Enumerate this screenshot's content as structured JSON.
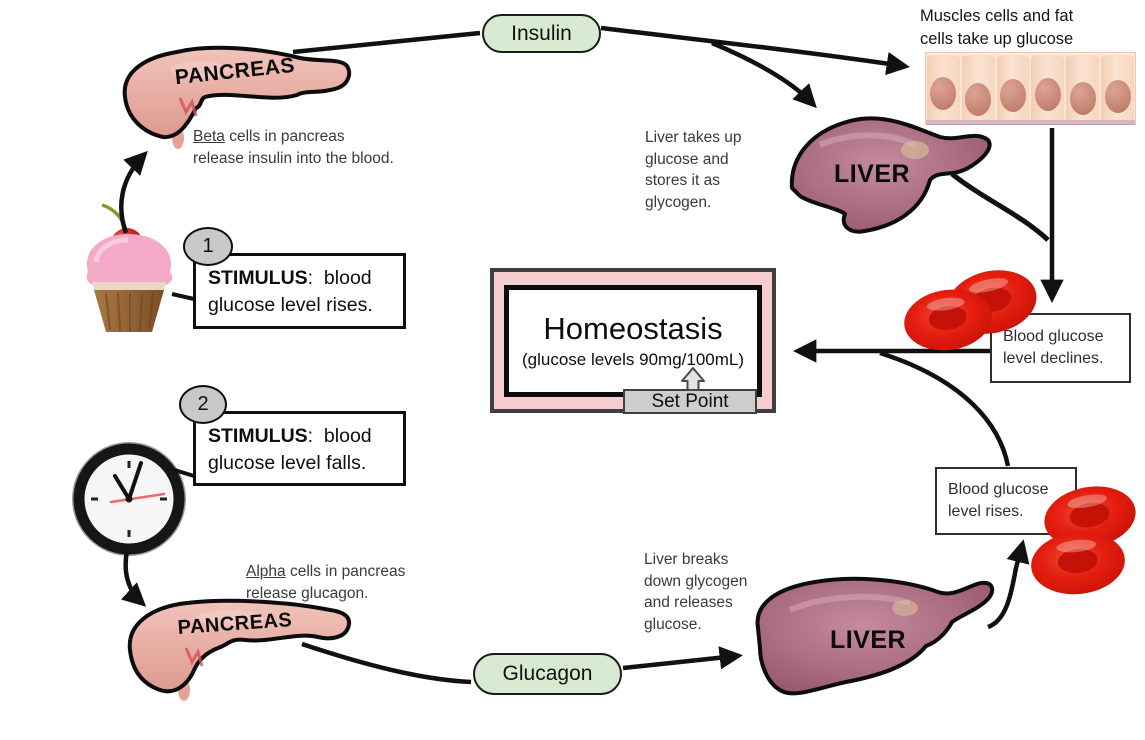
{
  "labels": {
    "pancreas_top": "PANCREAS",
    "pancreas_bottom": "PANCREAS",
    "liver_top": "LIVER",
    "liver_bottom": "LIVER"
  },
  "pills": {
    "insulin": "Insulin",
    "glucagon": "Glucagon"
  },
  "homeostasis": {
    "title": "Homeostasis",
    "subtitle": "(glucose levels 90mg/100mL)",
    "set_point": "Set Point"
  },
  "stimulus1": {
    "number": "1",
    "bold": "STIMULUS",
    "rest": ":  blood glucose level rises."
  },
  "stimulus2": {
    "number": "2",
    "bold": "STIMULUS",
    "rest": ":  blood glucose level falls."
  },
  "beta_note": {
    "underlined": "Beta",
    "line1_rest": " cells in pancreas",
    "line2": "release insulin into the blood."
  },
  "alpha_note": {
    "underlined": "Alpha",
    "line1_rest": " cells in pancreas",
    "line2": "release glucagon."
  },
  "muscle_note": {
    "line1": "Muscles cells and fat",
    "line2": "cells take up glucose"
  },
  "liver_top_note": {
    "lines": [
      "Liver takes up",
      "glucose and",
      "stores it as",
      "glycogen."
    ]
  },
  "liver_bottom_note": {
    "lines": [
      "Liver breaks",
      "down glycogen",
      "and releases",
      "glucose."
    ]
  },
  "status_boxes": {
    "declines": {
      "line1": "Blood glucose",
      "line2": "level declines."
    },
    "rises": {
      "line1": "Blood glucose",
      "line2": "level rises."
    }
  },
  "icons": {
    "cupcake": "cupcake-illustration",
    "clock": "clock-illustration",
    "red_blood_cells_top": "red-blood-cells-icon",
    "red_blood_cells_bottom": "red-blood-cells-icon",
    "muscle_cells": "muscle-and-fat-cells-illustration"
  },
  "colors": {
    "pill_green": "#d9ead3",
    "homeostasis_pink": "#f4cccc",
    "set_point_gray": "#cccccc",
    "stimulus_badge_gray": "#c9c9c9",
    "rbc_red": "#e01b10",
    "pancreas_pink": "#e8a8a0",
    "liver_maroon": "#a06072",
    "muscle_peach": "#f8dcc6",
    "arrow_black": "#111111"
  }
}
